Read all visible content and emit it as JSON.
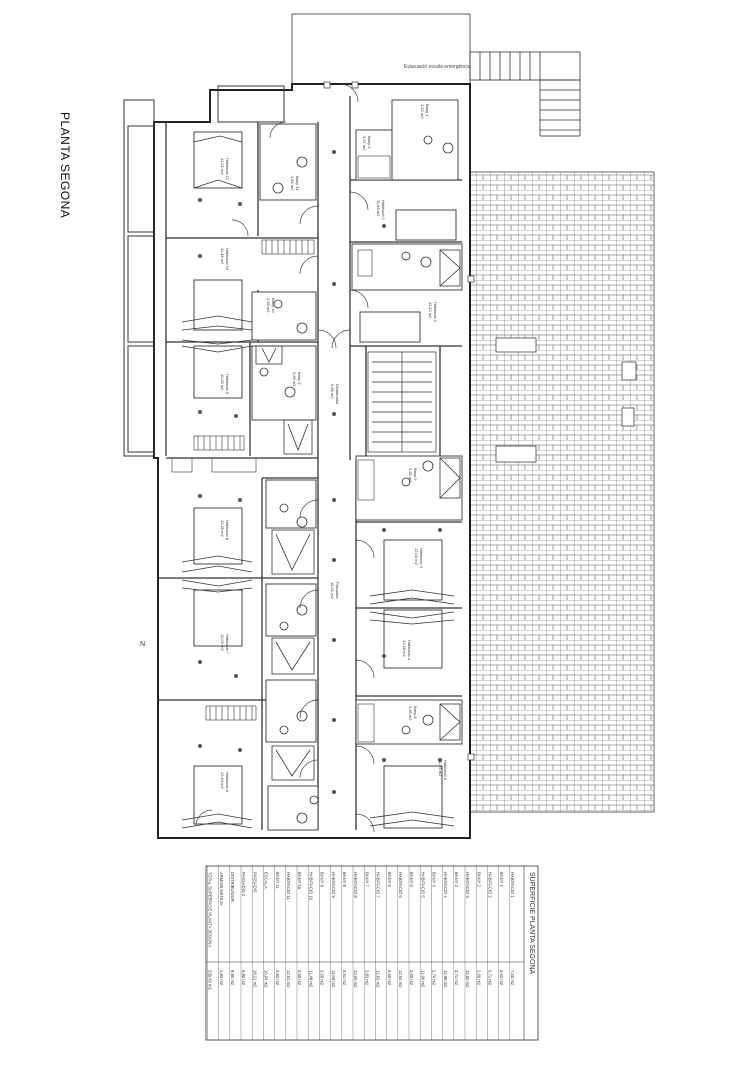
{
  "plan": {
    "title": "PLANTA SEGONA",
    "stair_note": "Evacuació escala emergència",
    "north_mark": "N",
    "rooms": [
      {
        "name": "Habitació 11",
        "area": "12,01 m2"
      },
      {
        "name": "Bany 11",
        "area": "3,82 m2"
      },
      {
        "name": "Habitació 10",
        "area": "11,48 m2"
      },
      {
        "name": "Bany 10",
        "area": "3,55 m2"
      },
      {
        "name": "Habitació 9",
        "area": "11,09 m2"
      },
      {
        "name": "Bany 9",
        "area": "3,69 m2"
      },
      {
        "name": "Distribuïdor",
        "area": "9,86 m2"
      },
      {
        "name": "Habitació 8",
        "area": "13,69 m2"
      },
      {
        "name": "Habitació 7",
        "area": "12,02 m2"
      },
      {
        "name": "Habitació 6",
        "area": "12,64 m2"
      },
      {
        "name": "Passadís",
        "area": "18,21 m2"
      },
      {
        "name": "Habitació 1",
        "area": "11,86 m2"
      },
      {
        "name": "Habitació 2",
        "area": "11,42 m2"
      },
      {
        "name": "Habitació 3",
        "area": "12,00 m2"
      },
      {
        "name": "Habitació 4",
        "area": "12,98 m2"
      },
      {
        "name": "Habitació 5",
        "area": "11,96 m2"
      },
      {
        "name": "Bany 1",
        "area": "3,62 m2"
      },
      {
        "name": "Bany 2",
        "area": "3,67 m2"
      },
      {
        "name": "Bany 5",
        "area": "3,65 m2"
      },
      {
        "name": "Bany 6",
        "area": "3,55 m2"
      }
    ]
  },
  "table": {
    "title": "SUPERFICIE PLANTA SEGONA",
    "rows": [
      {
        "label": "HABITACIÓ 1",
        "value": "7,50 m2"
      },
      {
        "label": "BANY 1",
        "value": "3,62 m2"
      },
      {
        "label": "HABITACIÓ 2",
        "value": "6,71 m2"
      },
      {
        "label": "BANY 2",
        "value": "2,60 m2"
      },
      {
        "label": "HABITACIÓ 3",
        "value": "12,00 m2"
      },
      {
        "label": "BANY 3",
        "value": "3,71 m2"
      },
      {
        "label": "HABITACIÓ 4",
        "value": "12,98 m2"
      },
      {
        "label": "BANY 4",
        "value": "2,74 m2"
      },
      {
        "label": "HABITACIÓ 5",
        "value": "11,96 m2"
      },
      {
        "label": "BANY 5",
        "value": "3,65 m2"
      },
      {
        "label": "HABITACIÓ 6",
        "value": "12,64 m2"
      },
      {
        "label": "BANY 6",
        "value": "3,55 m2"
      },
      {
        "label": "HABITACIÓ 7",
        "value": "12,02 m2"
      },
      {
        "label": "BANY 7",
        "value": "3,83 m2"
      },
      {
        "label": "HABITACIÓ 8",
        "value": "13,69 m2"
      },
      {
        "label": "BANY 8",
        "value": "3,51 m2"
      },
      {
        "label": "HABITACIÓ 9",
        "value": "11,09 m2"
      },
      {
        "label": "BANY 9",
        "value": "3,69 m2"
      },
      {
        "label": "HABITACIÓ 10",
        "value": "11,48 m2"
      },
      {
        "label": "BANY 10",
        "value": "3,55 m2"
      },
      {
        "label": "HABITACIÓ 11",
        "value": "12,01 m2"
      },
      {
        "label": "BANY 11",
        "value": "3,82 m2"
      },
      {
        "label": "ESCALA",
        "value": "10,54 m2"
      },
      {
        "label": "PASSADÍS",
        "value": "18,21 m2"
      },
      {
        "label": "PASSADÍS 2",
        "value": "6,80 m2"
      },
      {
        "label": "DISTRIBUÏDOR",
        "value": "9,86 m2"
      },
      {
        "label": "ARMARI NETEJA",
        "value": "1,83 m2"
      },
      {
        "label": "TOTAL SUPERFICIE PLANTA SEGONA",
        "value": "239,45 m2"
      }
    ]
  }
}
